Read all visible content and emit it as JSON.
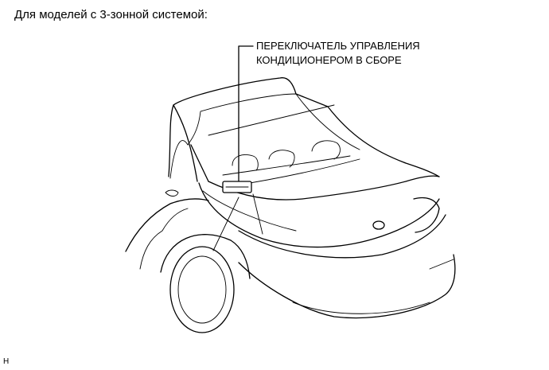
{
  "heading": "Для моделей с 3-зонной системой:",
  "callout": {
    "line1": "ПЕРЕКЛЮЧАТЕЛЬ УПРАВЛЕНИЯ",
    "line2": "КОНДИЦИОНЕРОМ В СБОРЕ"
  },
  "figure_code": "H"
}
